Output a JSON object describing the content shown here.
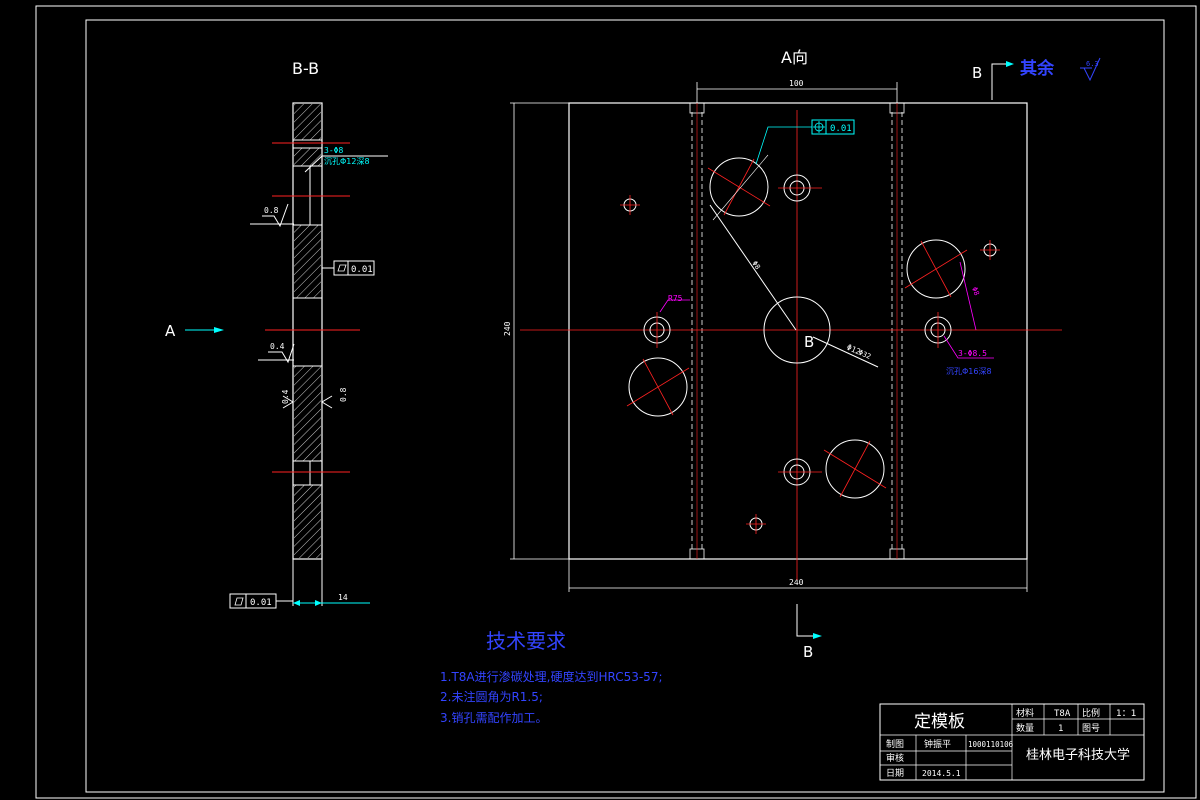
{
  "colors": {
    "background": "#000000",
    "line": "#ffffff",
    "center_line": "#ff2222",
    "dimension": "#00ffff",
    "note_text": "#3344ff",
    "magenta": "#ff00ff",
    "cyan_text": "#00ffff"
  },
  "views": {
    "section_title": "B-B",
    "front_title": "A向",
    "view_arrow_a": "A",
    "section_mark_top": "B",
    "section_mark_bottom": "B",
    "center_mark": "B"
  },
  "roughness": {
    "rest_label": "其余",
    "rest_value": "6.3"
  },
  "dimensions": {
    "pin_spacing": "100",
    "plate_height": "240",
    "plate_width": "240",
    "thickness": "14",
    "radius": "R75",
    "hole_callout_left": "3-Φ8",
    "hole_callout_left_note": "沉孔Φ12深8",
    "hole_callout_right": "3-Φ8.5",
    "hole_callout_right_note": "沉孔Φ16深8",
    "diag_dim_1": "Φ8",
    "diag_dim_2": "Φ32",
    "diag_dim_right": "Φ8",
    "center_hole": "Φ12",
    "position_tol": "0.01",
    "flatness_tol_1": "0.01",
    "flatness_tol_2": "0.01",
    "rough_1": "0.8",
    "rough_2": "0.4",
    "rough_3": "0.4",
    "rough_4": "0.8"
  },
  "notes": {
    "title": "技术要求",
    "items": [
      "1.T8A进行渗碳处理,硬度达到HRC53-57;",
      "2.未注圆角为R1.5;",
      "3.销孔需配作加工。"
    ]
  },
  "title_block": {
    "part_name": "定模板",
    "material_label": "材料",
    "material_value": "T8A",
    "scale_label": "比例",
    "scale_value": "1：1",
    "qty_label": "数量",
    "qty_value": "1",
    "drawing_no_label": "图号",
    "drawn_label": "制图",
    "drawn_name": "钟振平",
    "drawn_id": "1000110106",
    "check_label": "审核",
    "date_label": "日期",
    "date_value": "2014.5.1",
    "school": "桂林电子科技大学"
  }
}
